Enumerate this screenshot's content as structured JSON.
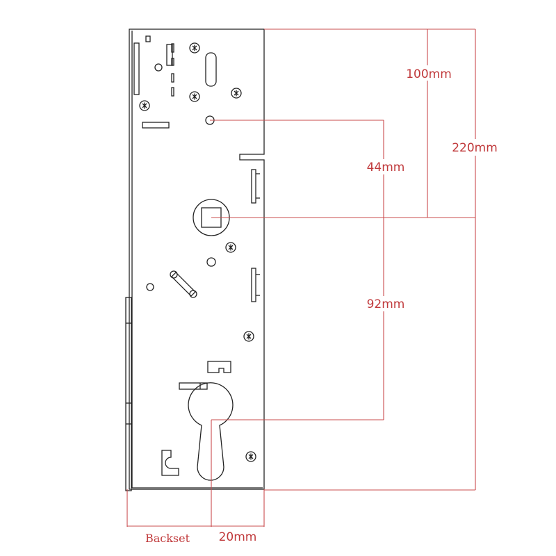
{
  "dimensions": {
    "backset_label": "Backset",
    "backset_value": "20mm",
    "spindle_to_top": "100mm",
    "overall_height": "220mm",
    "upper_hole_to_cylinder": "44mm",
    "spindle_to_cylinder": "92mm"
  },
  "colors": {
    "dimension_line": "#c94c4e",
    "dimension_text": "#c0393b",
    "outline": "#222222"
  }
}
